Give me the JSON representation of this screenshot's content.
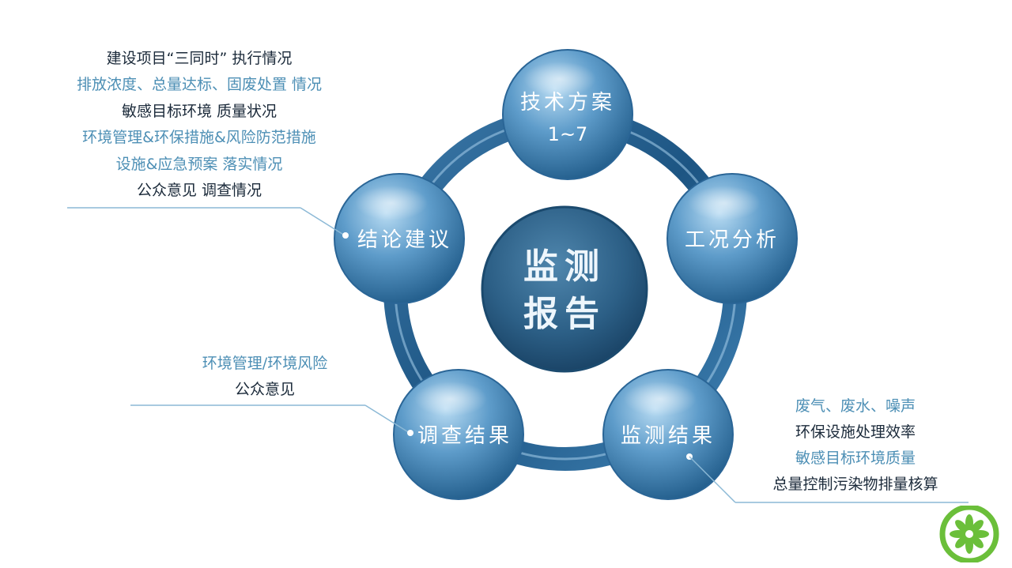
{
  "center": {
    "line1": "监测",
    "line2": "报告"
  },
  "nodes": {
    "technical_plan": {
      "label": "技术方案",
      "sublabel": "1~7"
    },
    "condition_analysis": {
      "label": "工况分析"
    },
    "monitoring_results": {
      "label": "监测结果"
    },
    "survey_results": {
      "label": "调查结果"
    },
    "conclusions": {
      "label": "结论建议"
    }
  },
  "conclusions_notes": [
    "建设项目“三同时” 执行情况",
    "排放浓度、总量达标、固废处置 情况",
    "敏感目标环境 质量状况",
    "环境管理&环保措施&风险防范措施",
    "设施&应急预案 落实情况",
    "公众意见 调查情况"
  ],
  "survey_notes": [
    "环境管理/环境风险",
    "公众意见"
  ],
  "monitoring_notes": [
    "废气、废水、噪声",
    "环保设施处理效率",
    "敏感目标环境质量",
    "总量控制污染物排量核算"
  ],
  "colors": {
    "dark_text": "#1b2a3a",
    "blue_text": "#4d8fb5",
    "node_blue": "#3f7fb1",
    "ring_blue": "#2a6a9b",
    "center_blue": "#2c5f86",
    "logo_green": "#6bbf3a"
  }
}
